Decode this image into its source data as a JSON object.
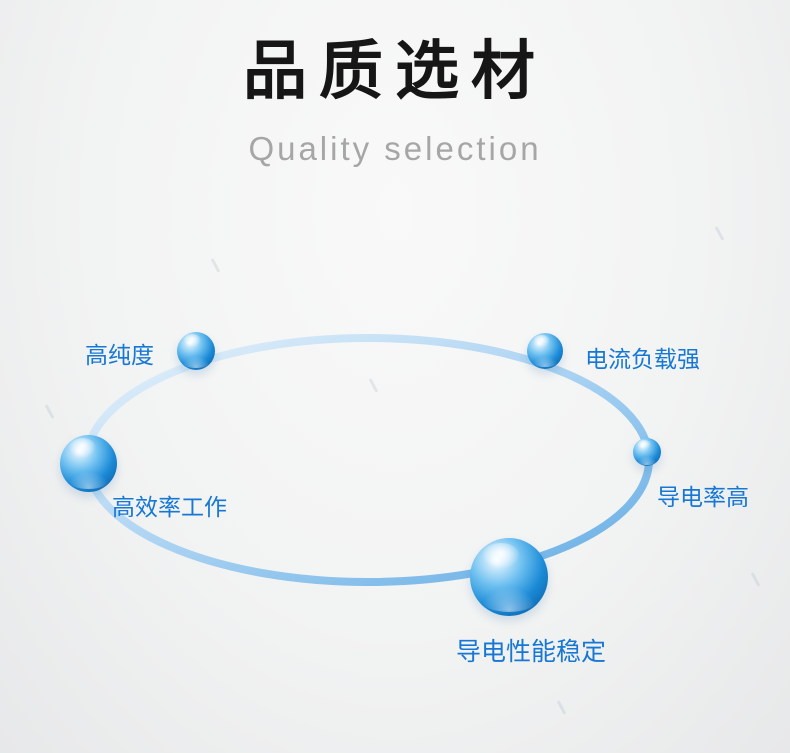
{
  "header": {
    "title": "品质选材",
    "subtitle": "Quality selection"
  },
  "diagram": {
    "features": [
      "高纯度",
      "电流负载强",
      "高效率工作",
      "导电率高",
      "导电性能稳定"
    ]
  },
  "colors": {
    "feature_label_blue": "#1677d4",
    "title_color": "#161616",
    "subtitle_gray": "#a6a6a6",
    "orbit_light_blue": "#a9d2f2",
    "bubble_blue": "#1b8ad6"
  }
}
